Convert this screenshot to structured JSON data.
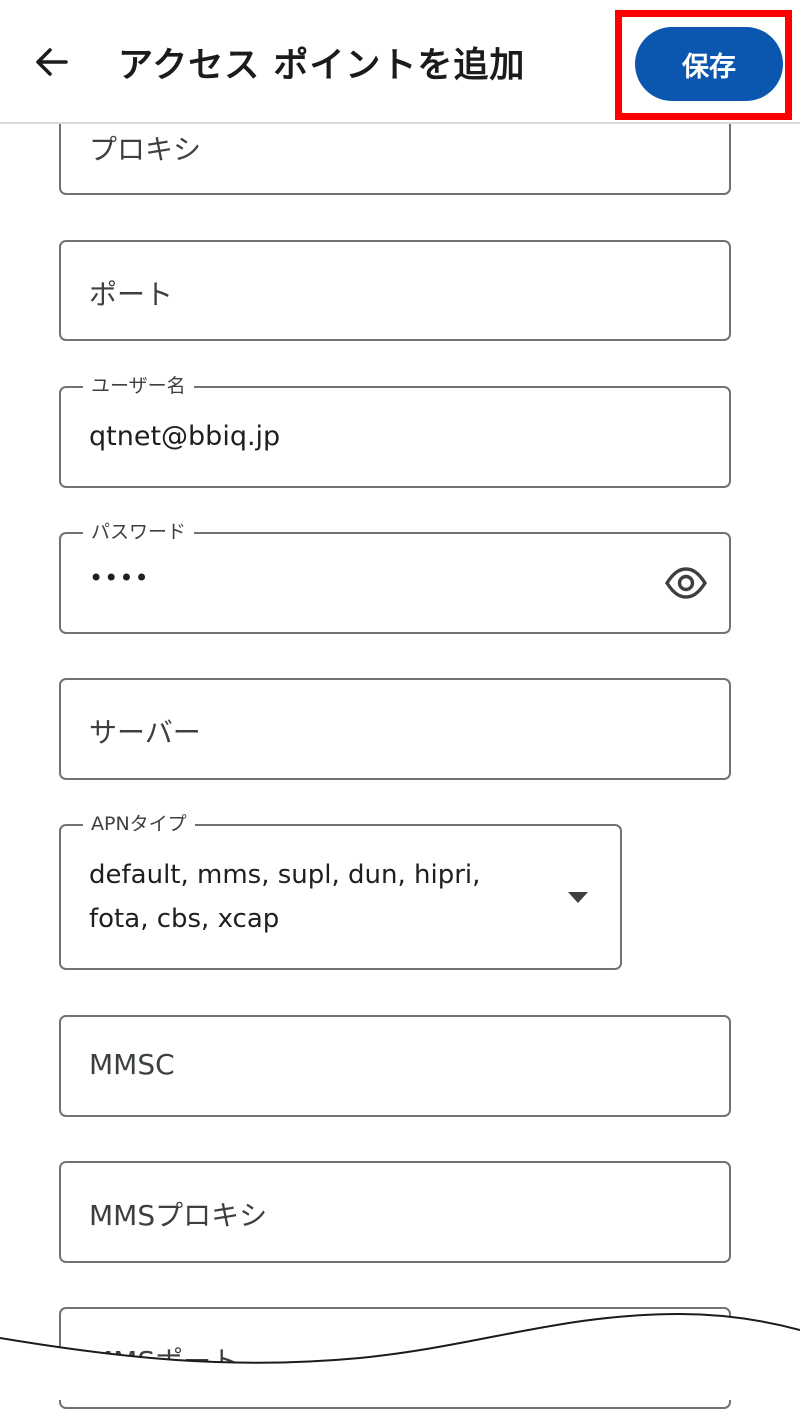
{
  "appbar": {
    "back_icon": "arrow-left-icon",
    "title": "アクセス ポイントを追加",
    "save_label": "保存",
    "save_color": "#0b57b0",
    "highlight_color": "#ff0000"
  },
  "fields": {
    "proxy": {
      "placeholder": "プロキシ"
    },
    "port": {
      "placeholder": "ポート"
    },
    "username": {
      "label": "ユーザー名",
      "value": "qtnet@bbiq.jp"
    },
    "password": {
      "label": "パスワード",
      "value": "••••",
      "toggle_icon": "eye-icon"
    },
    "server": {
      "placeholder": "サーバー"
    },
    "apn_type": {
      "label": "APNタイプ",
      "value_line1": "default, mms, supl, dun, hipri,",
      "value_line2": "fota, cbs, xcap",
      "arrow_icon": "dropdown-arrow-icon"
    },
    "mmsc": {
      "placeholder": "MMSC"
    },
    "mms_proxy": {
      "placeholder": "MMSプロキシ"
    },
    "mms_port": {
      "placeholder": "MMSポート"
    }
  }
}
